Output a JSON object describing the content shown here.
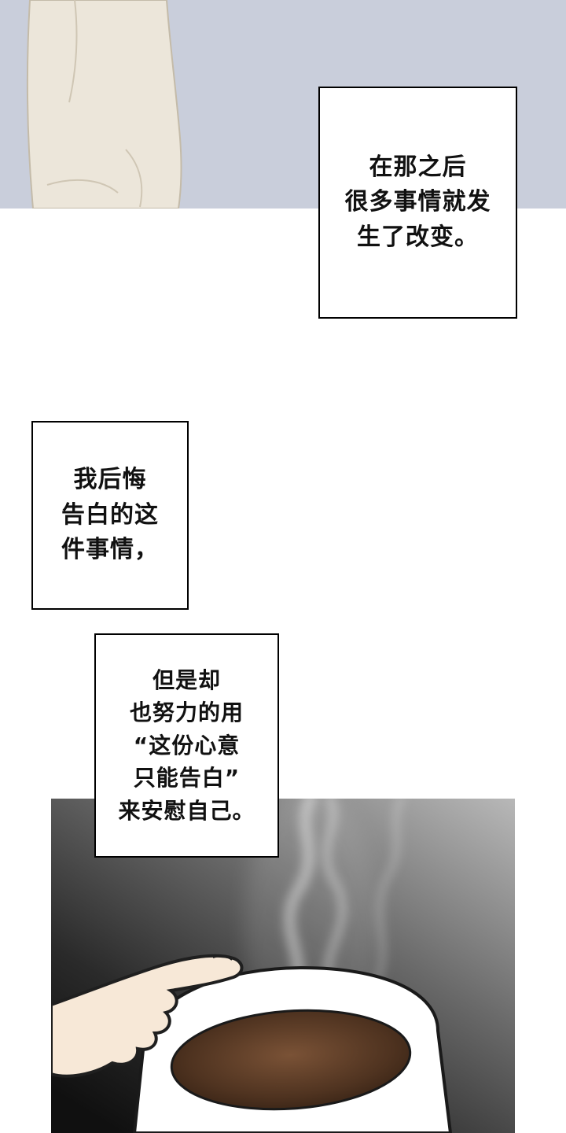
{
  "comic": {
    "top_panel": {
      "background_color": "#c9cedb",
      "figure": "person-in-pale-beige-clothes",
      "figure_color": "#ece6da"
    },
    "narration_boxes": [
      {
        "lines": [
          "在那之后",
          "很多事情就发",
          "生了改变。"
        ]
      },
      {
        "lines": [
          "我后悔",
          "告白的这",
          "件事情，"
        ]
      },
      {
        "lines": [
          "但是却",
          "也努力的用",
          "“这份心意",
          "只能告白”",
          "来安慰自己。"
        ]
      }
    ],
    "bottom_panel": {
      "scene": "hand-touching-steaming-coffee-mug",
      "mug_color": "#ffffff",
      "coffee_color": "#4f3320",
      "hand_color": "#f7e8d7",
      "background_dark": "#101010",
      "background_light": "#b8b8b8"
    }
  }
}
